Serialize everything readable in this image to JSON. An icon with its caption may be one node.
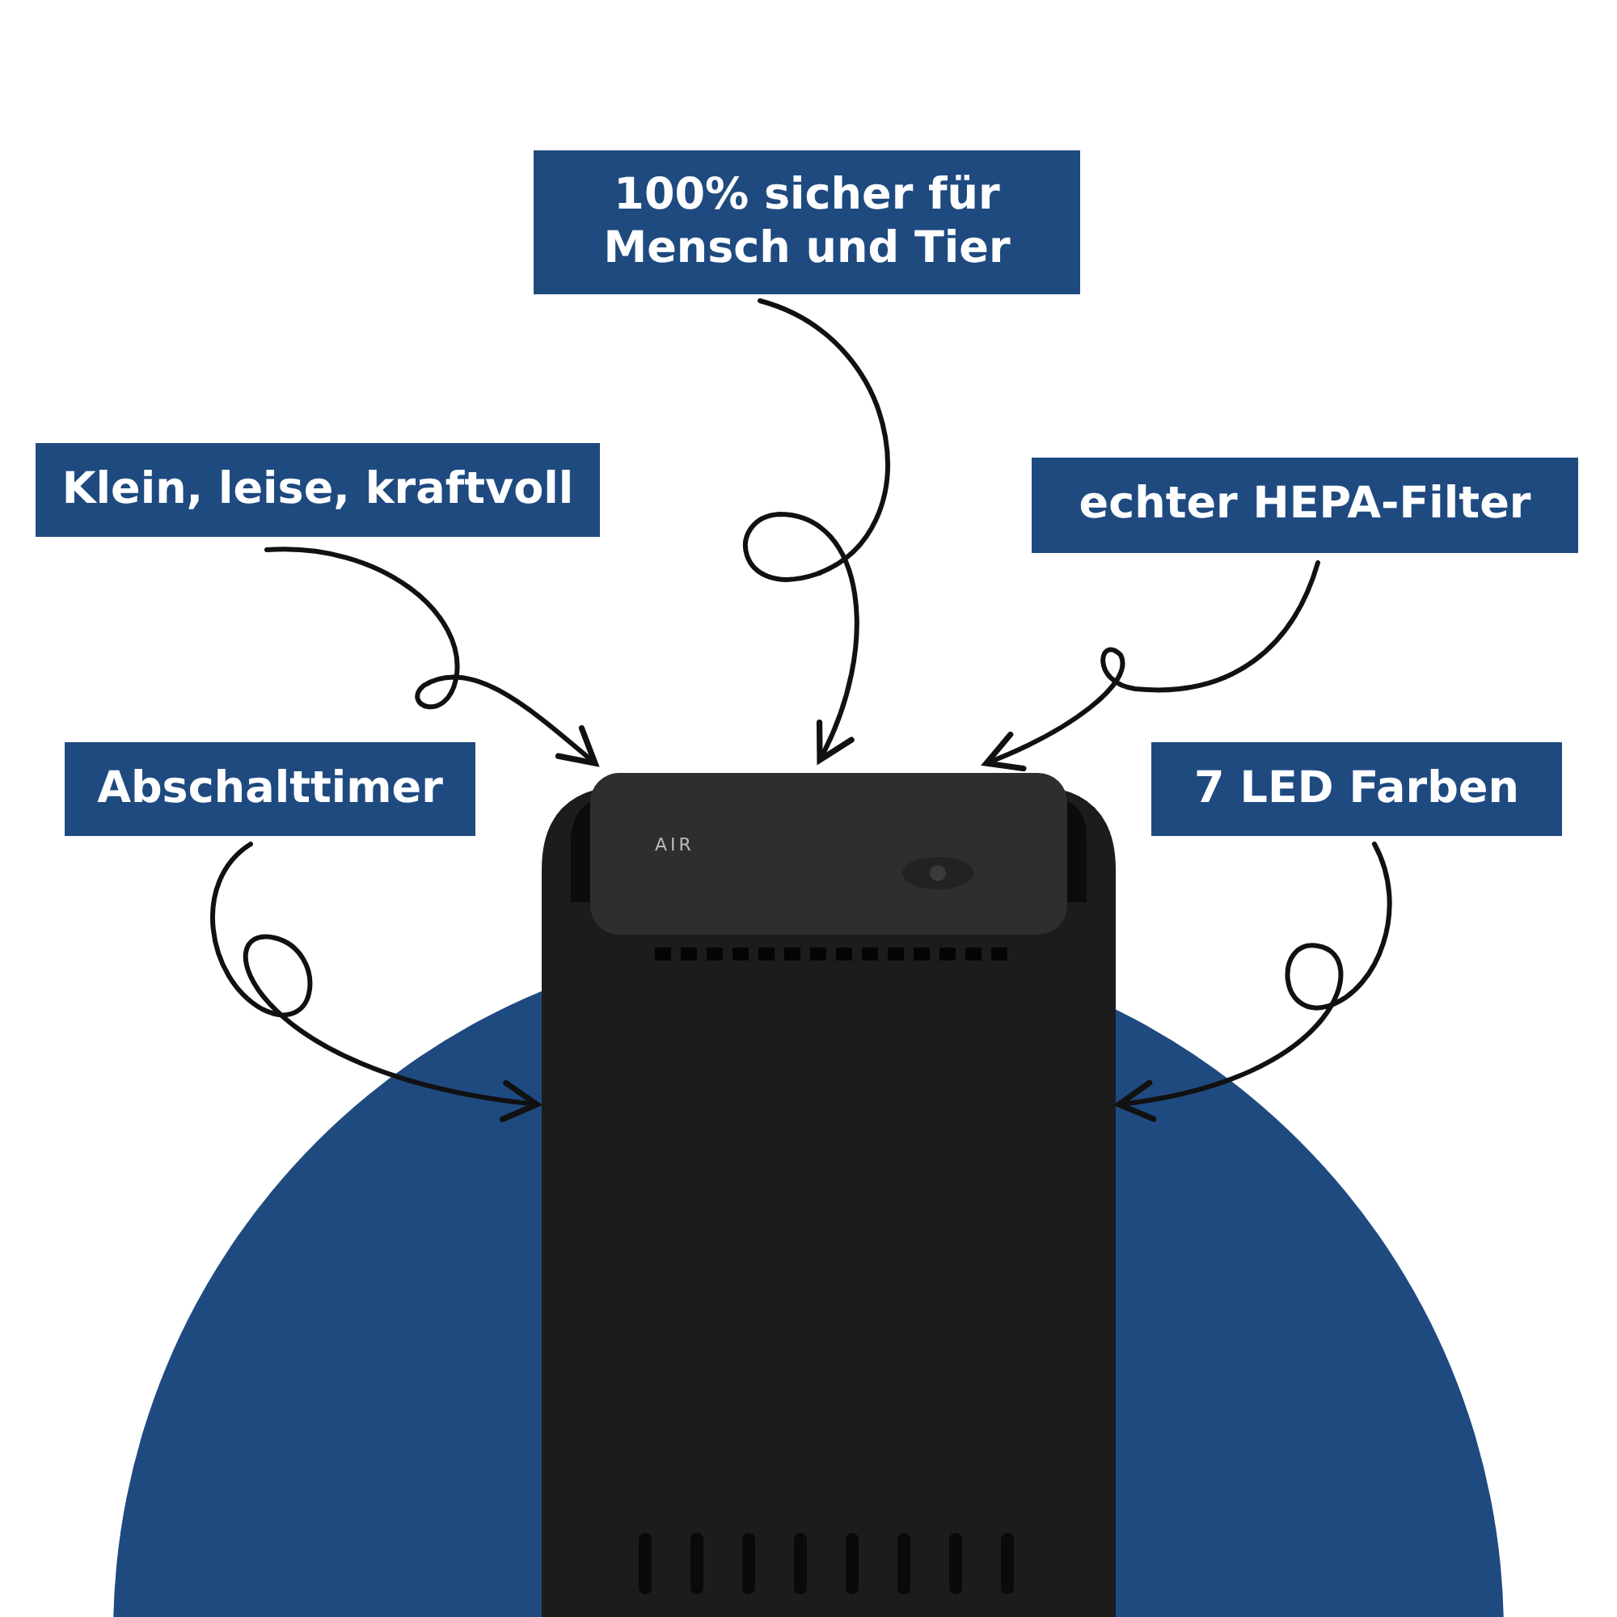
{
  "diagram": {
    "nodes": [
      {
        "text": [
          "100% sicher für Mensch und Tier"
        ]
      },
      {
        "text": [
          "Klein, leise, kraftvoll"
        ]
      },
      {
        "text": [
          "echter HEPA-Filter"
        ]
      },
      {
        "text": [
          "Abschalttimer"
        ]
      },
      {
        "text": [
          "7 LED Farben"
        ]
      },
      {
        "text": [],
        "shape": "picture"
      }
    ],
    "edges": [
      {
        "from": 0,
        "to": 5,
        "arrow": "to"
      },
      {
        "from": 1,
        "to": 5,
        "arrow": "to"
      },
      {
        "from": 2,
        "to": 5,
        "arrow": "to"
      },
      {
        "from": 3,
        "to": 5,
        "arrow": "to"
      },
      {
        "from": 4,
        "to": 5,
        "arrow": "to"
      }
    ],
    "labels": [
      "AIR"
    ]
  }
}
